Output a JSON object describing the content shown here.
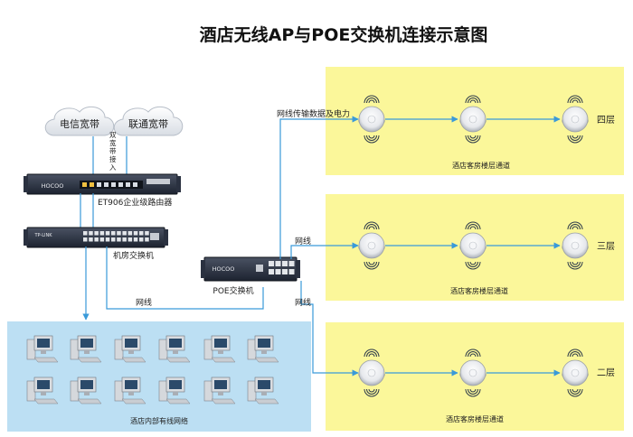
{
  "title": "酒店无线AP与POE交换机连接示意图",
  "isp": {
    "telecom": "电信宽带",
    "unicom": "联通宽带",
    "dual_access": "双宽带接入"
  },
  "router": {
    "brand": "HOCOO",
    "label": "ET906企业级路由器"
  },
  "core_switch": {
    "brand": "TP-LINK",
    "label": "机房交换机"
  },
  "poe_switch": {
    "brand": "HOCOO",
    "label": "POE交换机"
  },
  "links": {
    "data_power": "网线传输数据及电力",
    "net_3": "网线",
    "net_2": "网线",
    "net_lan": "网线"
  },
  "floors": [
    {
      "name": "四层",
      "corridor": "酒店客房楼层通道"
    },
    {
      "name": "三层",
      "corridor": "酒店客房楼层通道"
    },
    {
      "name": "二层",
      "corridor": "酒店客房楼层通道"
    }
  ],
  "lan": {
    "label": "酒店内部有线网络"
  },
  "colors": {
    "floor_bg": "#fbf79a",
    "lan_bg": "#bcdff3",
    "cable": "#3a9ad9",
    "device": "#2a3140"
  }
}
